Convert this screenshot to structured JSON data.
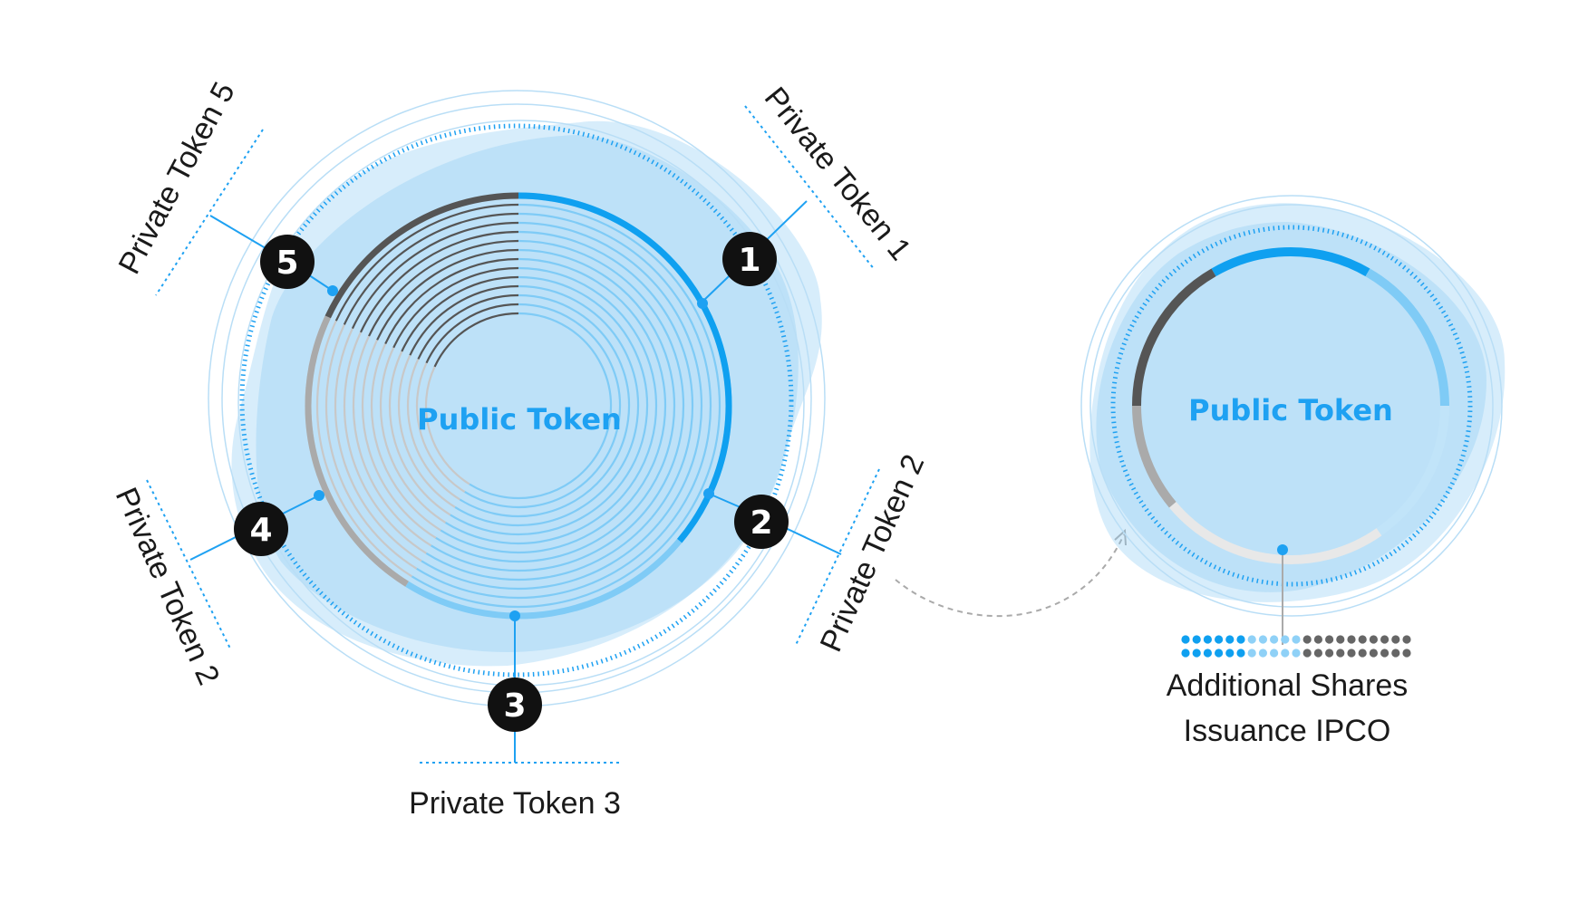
{
  "colors": {
    "accent": "#0fa0f0",
    "light_accent": "#7fcbf6",
    "pale_accent": "#cde9fb",
    "dark_gray": "#555555",
    "mid_gray": "#aaaaaa",
    "light_gray": "#e8e8e8",
    "badge": "#111111"
  },
  "left": {
    "center_label": "Public Token",
    "tokens": [
      {
        "number": "1",
        "label": "Private Token 1"
      },
      {
        "number": "2",
        "label": "Private Token 2"
      },
      {
        "number": "3",
        "label": "Private Token 3"
      },
      {
        "number": "4",
        "label": "Private Token 2"
      },
      {
        "number": "5",
        "label": "Private Token 5"
      }
    ]
  },
  "right": {
    "center_label": "Public Token",
    "caption_line1": "Additional Shares",
    "caption_line2": "Issuance IPCO"
  }
}
